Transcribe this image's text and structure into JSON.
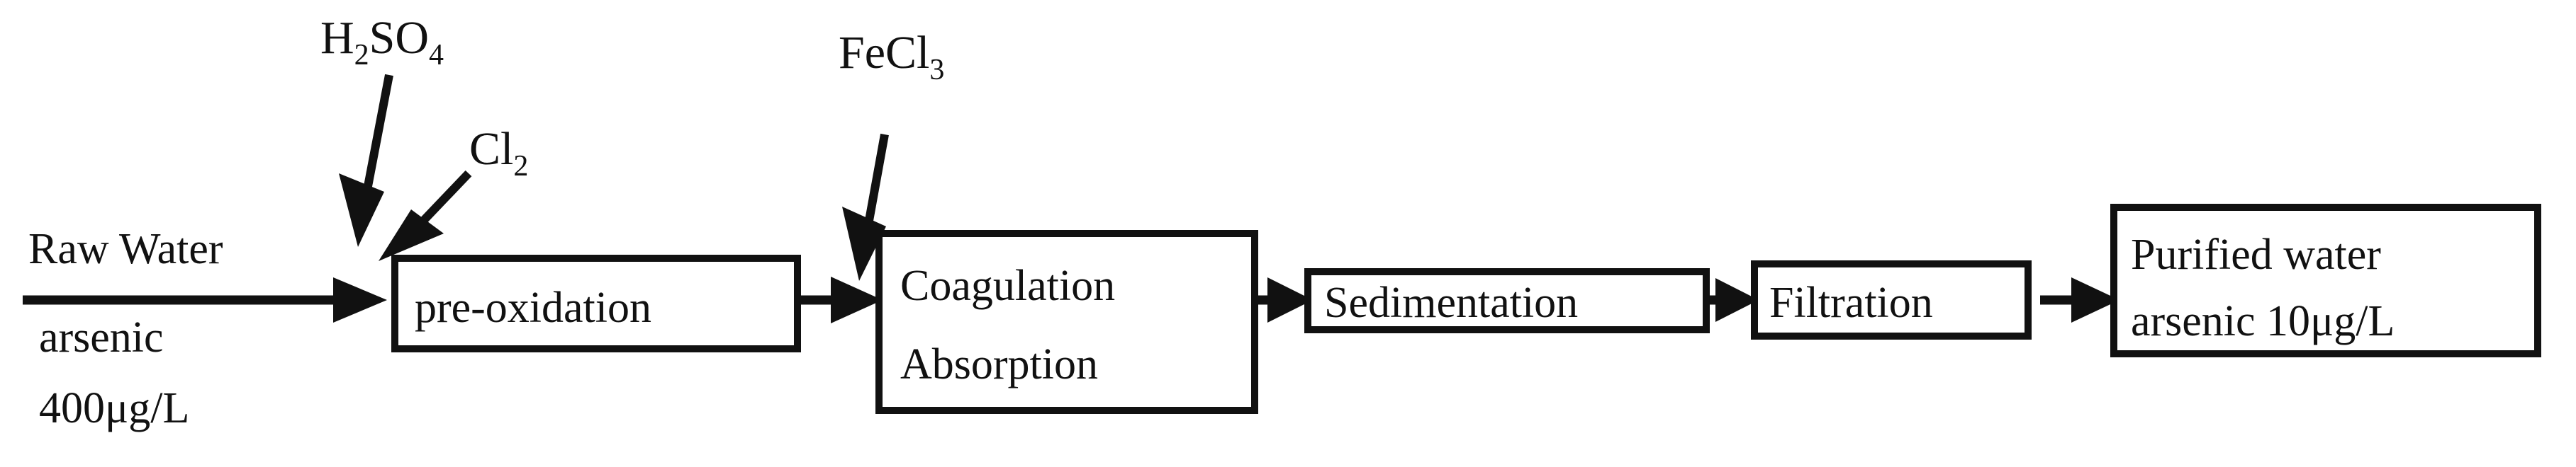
{
  "diagram": {
    "title": "Arsenic removal water treatment process flow",
    "background_color": "#ffffff",
    "line_color": "#111111",
    "inlet": {
      "line1": "Raw Water",
      "line2": "arsenic",
      "line3": "400μg/L"
    },
    "reagents": [
      {
        "id": "h2so4",
        "base": "H",
        "sub1": "2",
        "mid": "SO",
        "sub2": "4",
        "target": "pre-oxidation"
      },
      {
        "id": "cl2",
        "base": "Cl",
        "sub1": "2",
        "mid": "",
        "sub2": "",
        "target": "pre-oxidation"
      },
      {
        "id": "fecl3",
        "base": "FeCl",
        "sub1": "3",
        "mid": "",
        "sub2": "",
        "target": "coagulation-absorption"
      }
    ],
    "steps": [
      {
        "id": "pre-oxidation",
        "lines": [
          "pre-oxidation"
        ]
      },
      {
        "id": "coagulation-absorption",
        "lines": [
          "Coagulation",
          "Absorption"
        ]
      },
      {
        "id": "sedimentation",
        "lines": [
          "Sedimentation"
        ]
      },
      {
        "id": "filtration",
        "lines": [
          "Filtration"
        ]
      }
    ],
    "outlet": {
      "line1": "Purified water",
      "line2": "arsenic 10μg/L"
    }
  },
  "text": {
    "raw_water": "Raw Water",
    "arsenic": "arsenic",
    "arsenic_in_value": "400μg/L",
    "h2so4_base": "H",
    "h2so4_sub1": "2",
    "h2so4_mid": "SO",
    "h2so4_sub2": "4",
    "cl2_base": "Cl",
    "cl2_sub": "2",
    "fecl3_base": "FeCl",
    "fecl3_sub": "3",
    "pre_oxidation": "pre-oxidation",
    "coagulation": "Coagulation",
    "absorption": "Absorption",
    "sedimentation": "Sedimentation",
    "filtration": "Filtration",
    "purified_water": "Purified water",
    "arsenic_out": "arsenic 10μg/L"
  }
}
